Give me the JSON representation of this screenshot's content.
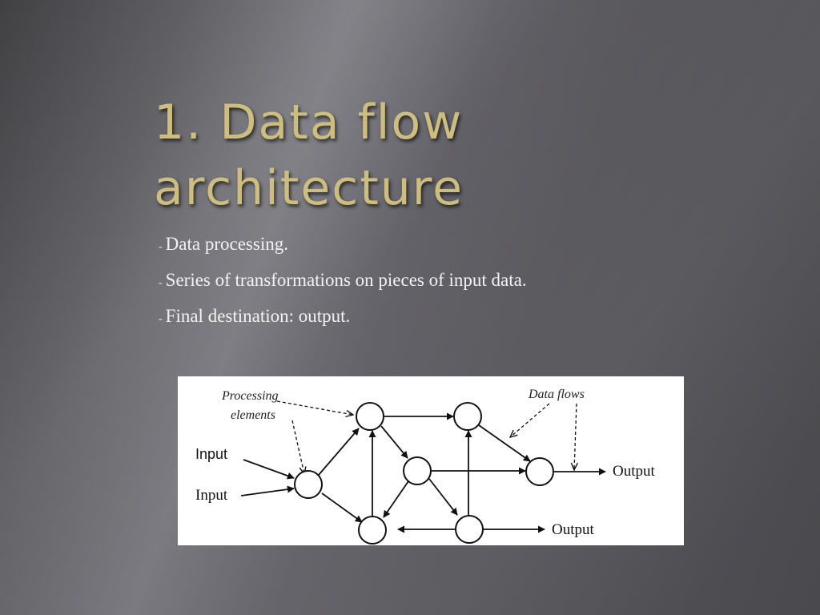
{
  "slide": {
    "title_line1": "1. Data flow",
    "title_line2": "architecture",
    "bullets": [
      {
        "dash": "-",
        "text": "Data processing."
      },
      {
        "dash": "-",
        "text": "Series of transformations on pieces of input data."
      },
      {
        "dash": "-",
        "text": "Final destination: output."
      }
    ]
  },
  "diagram": {
    "labels": {
      "processing_line1": "Processing",
      "processing_line2": "elements",
      "data_flows": "Data flows",
      "input_top": "Input",
      "input_bottom": "Input",
      "output_right": "Output",
      "output_bottom": "Output"
    }
  }
}
